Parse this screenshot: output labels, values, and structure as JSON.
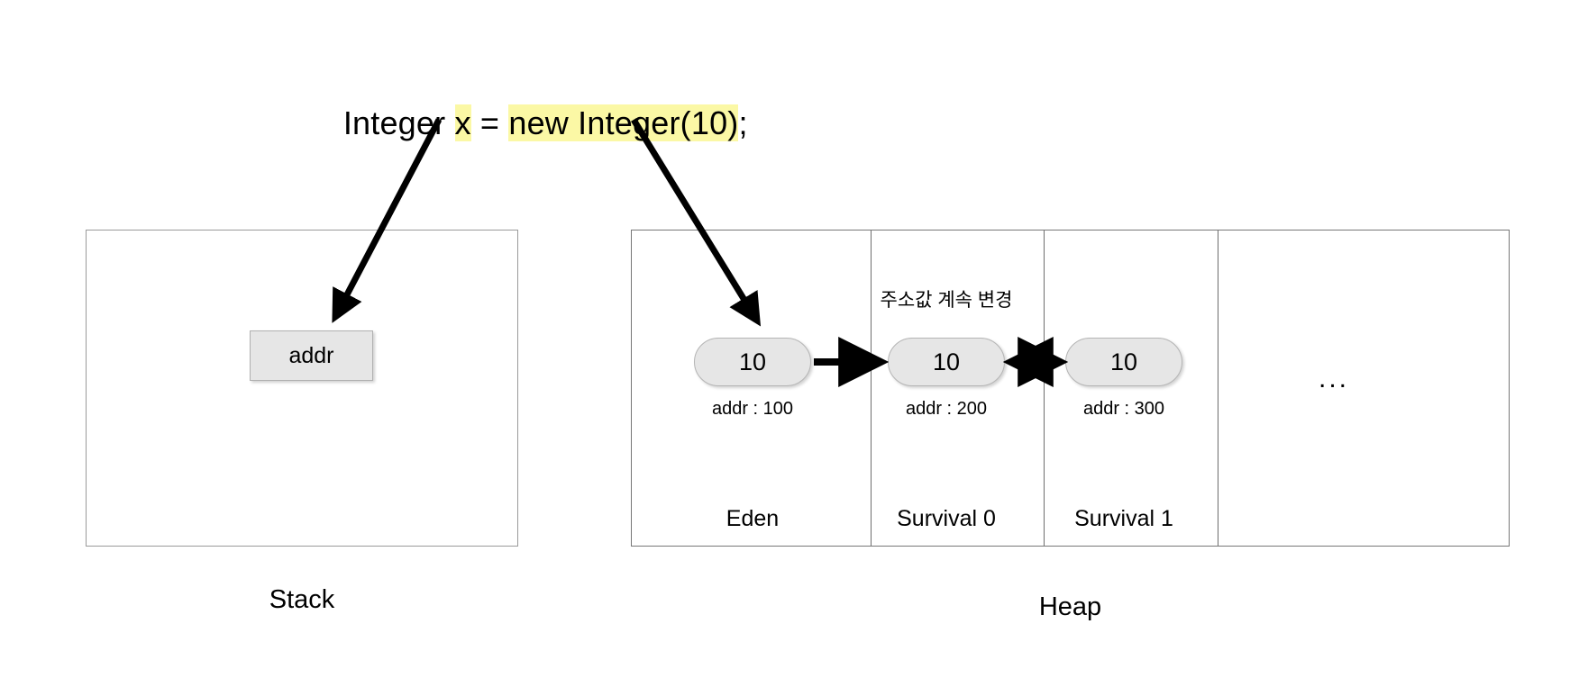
{
  "code": {
    "segments": [
      {
        "text": "Integer ",
        "highlight": false
      },
      {
        "text": "x",
        "highlight": true
      },
      {
        "text": " = ",
        "highlight": false
      },
      {
        "text": "new Integer(10)",
        "highlight": true
      },
      {
        "text": ";",
        "highlight": false
      }
    ],
    "full_text": "Integer x = new Integer(10);",
    "highlight_color": "#fbf8a5"
  },
  "stack": {
    "caption": "Stack",
    "cell_label": "addr"
  },
  "heap": {
    "caption": "Heap",
    "note": "주소값 계속 변경",
    "ellipsis": "...",
    "zones": [
      {
        "label": "Eden",
        "object_value": "10",
        "address": "addr : 100"
      },
      {
        "label": "Survival 0",
        "object_value": "10",
        "address": "addr : 200"
      },
      {
        "label": "Survival 1",
        "object_value": "10",
        "address": "addr : 300"
      },
      {
        "label": "",
        "object_value": "",
        "address": ""
      }
    ]
  },
  "arrows": [
    {
      "name": "x-to-stack-addr",
      "from": "code-x",
      "to": "stack-cell",
      "style": "single"
    },
    {
      "name": "new-integer-to-eden",
      "from": "code-new-integer",
      "to": "heap-eden-object",
      "style": "single"
    },
    {
      "name": "eden-to-survival0",
      "from": "heap-eden-object",
      "to": "heap-survival0-object",
      "style": "single"
    },
    {
      "name": "survival0-to-survival1",
      "from": "heap-survival0-object",
      "to": "heap-survival1-object",
      "style": "double"
    }
  ],
  "colors": {
    "node_fill": "#e6e6e6",
    "node_border": "#b5b5b5",
    "box_border": "#9a9a9a",
    "arrow": "#000000",
    "background": "#ffffff"
  }
}
